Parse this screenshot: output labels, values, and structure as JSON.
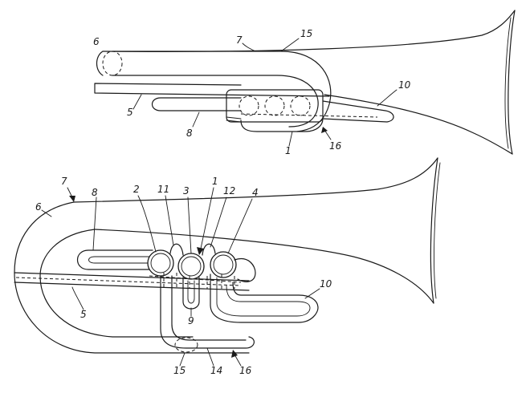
{
  "figure": {
    "top_view_labels": {
      "bow": "6",
      "bell": "7",
      "loop_upper": "15",
      "tuning_slide": "10",
      "leadpipe": "5",
      "slide_8": "8",
      "valve_block": "1",
      "bracket": "16"
    },
    "side_view_labels": {
      "bell": "7",
      "bow": "6",
      "slide_8": "8",
      "valve_2": "2",
      "slide_11": "11",
      "valve_3": "3",
      "valve_block": "1",
      "slide_12": "12",
      "valve_4": "4",
      "tuning_slide": "10",
      "leadpipe": "5",
      "slide_9": "9",
      "loop_lower": "15",
      "slide_14": "14",
      "bracket": "16"
    }
  }
}
